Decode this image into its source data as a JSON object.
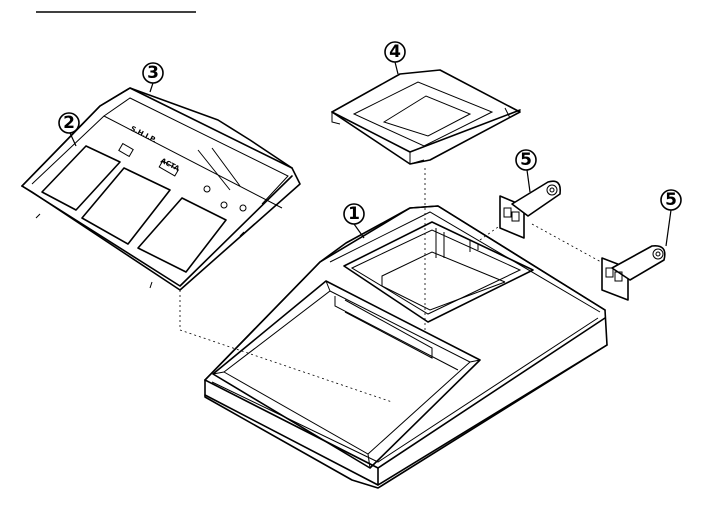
{
  "callouts": [
    {
      "id": "1",
      "label": "1"
    },
    {
      "id": "2",
      "label": "2"
    },
    {
      "id": "3",
      "label": "3"
    },
    {
      "id": "4",
      "label": "4"
    },
    {
      "id": "5a",
      "label": "5"
    },
    {
      "id": "5b",
      "label": "5"
    }
  ]
}
